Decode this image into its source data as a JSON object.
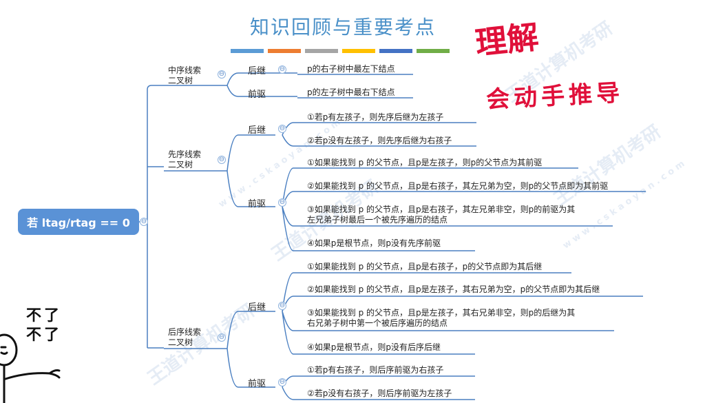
{
  "header": {
    "title": "知识回顾与重要考点",
    "stripe_colors": [
      "#5b9bd5",
      "#ed7d31",
      "#a5a5a5",
      "#ffc000",
      "#4472c4",
      "#70ad47"
    ]
  },
  "root": {
    "label": "若 ltag/rtag == 0"
  },
  "branches": [
    {
      "label_line1": "中序线索",
      "label_line2": "二叉树",
      "subs": [
        {
          "label": "后继",
          "leaves": [
            "p的右子树中最左下结点"
          ]
        },
        {
          "label": "前驱",
          "leaves": [
            "p的左子树中最右下结点"
          ]
        }
      ]
    },
    {
      "label_line1": "先序线索",
      "label_line2": "二叉树",
      "subs": [
        {
          "label": "后继",
          "leaves": [
            "①若p有左孩子，则先序后继为左孩子",
            "②若p没有左孩子，则先序后继为右孩子"
          ]
        },
        {
          "label": "前驱",
          "leaves": [
            "①如果能找到 p 的父节点，且p是左孩子，则p的父节点为其前驱",
            "②如果能找到 p 的父节点，且p是右孩子，其左兄弟为空，则p的父节点即为其前驱",
            "③如果能找到 p 的父节点，且p是右孩子，其左兄弟非空，则p的前驱为其",
            "左兄弟子树最后一个被先序遍历的结点",
            "④如果p是根节点，则p没有先序前驱"
          ]
        }
      ]
    },
    {
      "label_line1": "后序线索",
      "label_line2": "二叉树",
      "subs": [
        {
          "label": "后继",
          "leaves": [
            "①如果能找到 p 的父节点，且p是右孩子，p的父节点即为其后继",
            "②如果能找到 p 的父节点，且p是左孩子，其右兄弟为空，p的父节点即为其后继",
            "③如果能找到 p 的父节点，且p是左孩子，其右兄弟非空，则p的后继为其",
            "右兄弟子树中第一个被后序遍历的结点",
            "④如果p是根节点，则p没有后序后继"
          ]
        },
        {
          "label": "前驱",
          "leaves": [
            "①若p有右孩子，则后序前驱为右孩子",
            "②若p没有右孩子，则后序前驱为左孩子"
          ]
        }
      ]
    }
  ],
  "annotations": {
    "note1": "理解",
    "note2": "会动手推导"
  },
  "meme": {
    "line1": "不了",
    "line2": "不了"
  },
  "collapse_symbol": "⊖",
  "watermark": {
    "brand": "王道计算机考研",
    "site": "w w w . c s k a o y a n . c o m"
  }
}
